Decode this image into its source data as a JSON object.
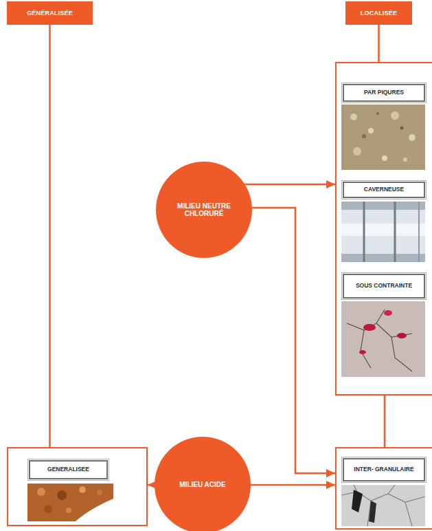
{
  "diagram": {
    "nodes": [
      {
        "text": [
          "GÉNÉRALISÉE"
        ]
      },
      {
        "text": [
          "LOCALISÉE"
        ]
      },
      {
        "text": []
      },
      {
        "text": [
          "PAR PIQURES"
        ],
        "in": 2
      },
      {
        "text": [
          "CAVERNEUSE"
        ],
        "in": 2
      },
      {
        "text": [
          "SOUS CONTRAINTE"
        ],
        "in": 2
      },
      {
        "text": [
          "MILIEU NEUTRE CHLORURÉ"
        ]
      },
      {
        "text": []
      },
      {
        "text": [
          "GENERALISEE"
        ],
        "in": 7
      },
      {
        "text": [
          "MILIEU ACIDE"
        ]
      },
      {
        "text": []
      },
      {
        "text": [
          "INTER- GRANULAIRE"
        ],
        "in": 10
      }
    ],
    "edges": [
      {
        "from": 0,
        "to": 7,
        "arrow": "none"
      },
      {
        "from": 1,
        "to": 2,
        "arrow": "none"
      },
      {
        "from": 2,
        "to": 10,
        "arrow": "none"
      },
      {
        "from": 6,
        "to": 2,
        "arrow": "to"
      },
      {
        "from": 6,
        "to": 10,
        "arrow": "to"
      },
      {
        "from": 9,
        "to": 7,
        "arrow": "to"
      },
      {
        "from": 9,
        "to": 10,
        "arrow": "to"
      }
    ]
  }
}
